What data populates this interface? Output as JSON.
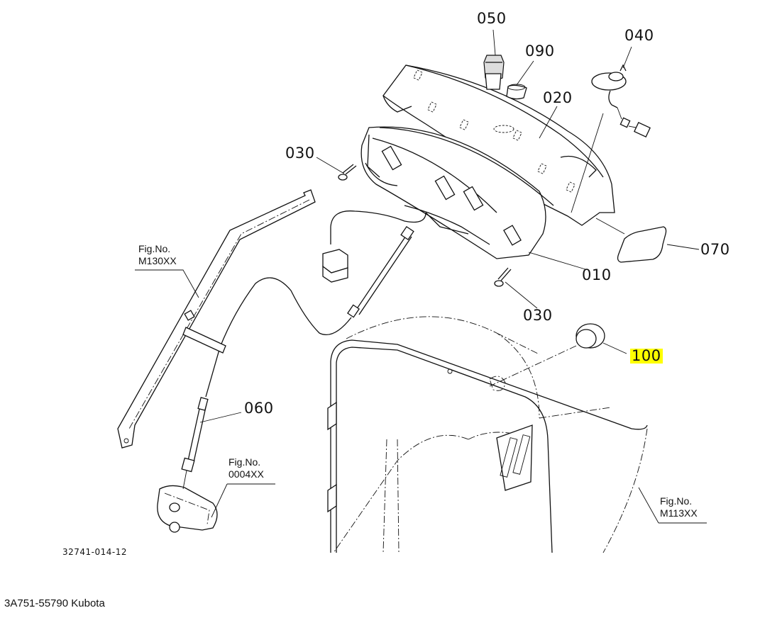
{
  "diagram": {
    "drawing_code": "32741-014-12",
    "caption": "3A751-55790 Kubota",
    "highlight_color": "#ffff00",
    "callouts": [
      {
        "id": "050",
        "label": "050",
        "part": "switch",
        "highlighted": false
      },
      {
        "id": "090",
        "label": "090",
        "part": "plug",
        "highlighted": false
      },
      {
        "id": "040",
        "label": "040",
        "part": "key-switch",
        "highlighted": false
      },
      {
        "id": "020",
        "label": "020",
        "part": "panel-cover",
        "highlighted": false
      },
      {
        "id": "030a",
        "label": "030",
        "part": "screw",
        "highlighted": false
      },
      {
        "id": "070",
        "label": "070",
        "part": "lens-cover",
        "highlighted": false
      },
      {
        "id": "010",
        "label": "010",
        "part": "instrument-panel",
        "highlighted": false
      },
      {
        "id": "030b",
        "label": "030",
        "part": "screw",
        "highlighted": false
      },
      {
        "id": "100",
        "label": "100",
        "part": "grommet-plug",
        "highlighted": true
      },
      {
        "id": "060",
        "label": "060",
        "part": "tachometer-cable",
        "highlighted": false
      }
    ],
    "figure_refs": [
      {
        "id": "m130",
        "prefix": "Fig.No.",
        "number": "M130XX"
      },
      {
        "id": "0004",
        "prefix": "Fig.No.",
        "number": "0004XX"
      },
      {
        "id": "m113",
        "prefix": "Fig.No.",
        "number": "M113XX"
      }
    ]
  }
}
